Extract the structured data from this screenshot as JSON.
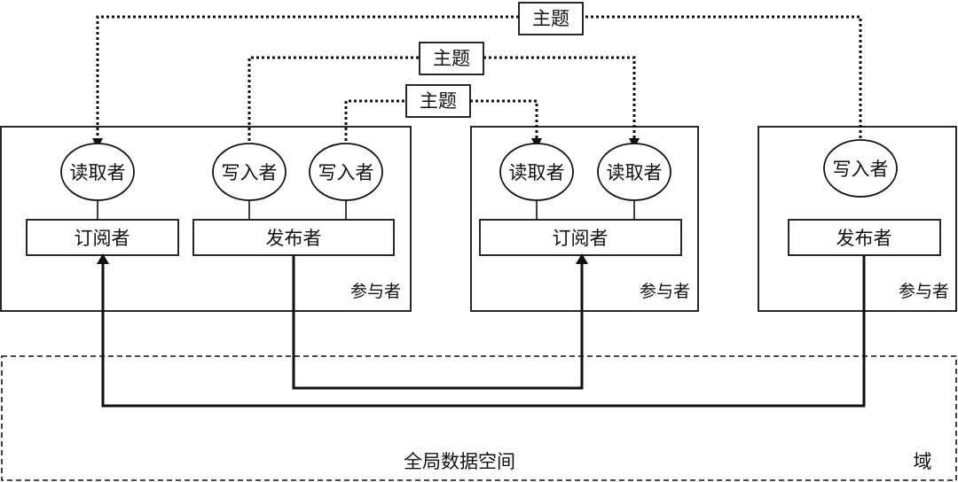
{
  "topics": [
    "主题",
    "主题",
    "主题"
  ],
  "participant_label": "参与者",
  "reader_label": "读取者",
  "writer_label": "写入者",
  "subscriber_label": "订阅者",
  "publisher_label": "发布者",
  "global_data_space": "全局数据空间",
  "domain_label": "域"
}
